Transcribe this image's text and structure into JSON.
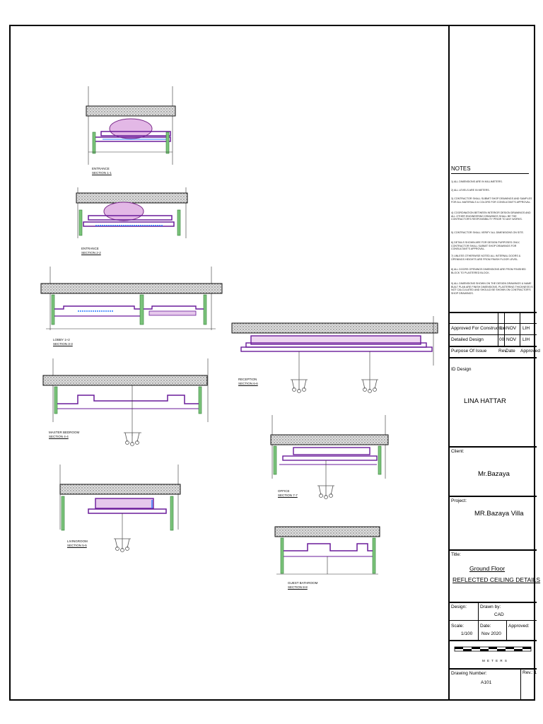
{
  "sections": [
    {
      "name": "ENTRANCE",
      "section": "SECTION 1-1"
    },
    {
      "name": "ENTRANCE",
      "section": "SECTION 2-2"
    },
    {
      "name": "LOBBY 1+2",
      "section": "SECTION 3-3"
    },
    {
      "name": "MASTER BEDROOM",
      "section": "SECTION 4-4"
    },
    {
      "name": "LIVINGROOM",
      "section": "SECTION 5-5"
    },
    {
      "name": "RECEPTION",
      "section": "SECTION 6-6"
    },
    {
      "name": "OFFICE",
      "section": "SECTION 7-7"
    },
    {
      "name": "GUEST BATHROOM",
      "section": "SECTION 8-8"
    }
  ],
  "notes": {
    "title": "NOTES",
    "items": [
      "1) ALL DIMENSIONS ARE IN MILLIMETERS.",
      "2) ALL LEVELS ARE IN METERS.",
      "3) CONTRACTOR SHALL SUBMIT SHOP DRAWINGS AND SAMPLES FOR ALL MATERIALS & COLORS FOR CONSULTANT'S APPROVAL.",
      "4) COORDINATION BETWEEN INTERIOR DESIGN DRAWINGS AND ALL OTHER ENGINEERING DRAWINGS SHALL BE THE CONTRACTOR'S RESPONSIBILITY PRIOR TO ANY WORKS.",
      "5) CONTRACTOR SHALL VERIFY ALL DIMENSIONS ON SITE.",
      "6) DETAILS SHOWN ARE FOR DESIGN PURPOSES ONLY, CONTRACTOR SHALL SUBMIT SHOP DRAWINGS FOR CONSULTANT'S APPROVAL.",
      "7) UNLESS OTHERWISE NOTED ALL INTERNAL DOORS & OPENINGS HEIGHTS ARE FROM FINISH FLOOR LEVEL.",
      "8) ALL DOORS OPENINGS DIMENSIONS ARE FROM FINISHED BLOCK TO PLASTERED BLOCK.",
      "9) ALL DIMENSIONS SHOWN ON THE DESIGN DRAWINGS & NAME BUILT PLAN ARE FINISH DIMENSIONS, PLASTERING THICKNESS IS NOT CALCULATED AND SHOULD BE SHOWN ON CONTRACTOR'S SHOP DRAWINGS."
    ]
  },
  "revisions": [
    {
      "purpose": "Approved For Construction",
      "rev": "1",
      "date": "NOV",
      "approved": "LIH"
    },
    {
      "purpose": "Detailed Design",
      "rev": "00",
      "date": "NOV",
      "approved": "LIH"
    }
  ],
  "revision_header": {
    "purpose": "Purpose Of Issue",
    "rev": "Rev.",
    "date": "Date",
    "approved": "Approved"
  },
  "id_design": {
    "label": "ID Design",
    "name": "LINA HATTAR"
  },
  "client": {
    "label": "Client:",
    "name": "Mr.Bazaya"
  },
  "project": {
    "label": "Project:",
    "name": "MR.Bazaya Villa"
  },
  "title": {
    "label": "Title:",
    "line1": "Ground Floor",
    "line2": "REFLECTED CEILING DETAILS"
  },
  "design": {
    "label": "Design:",
    "drawn_label": "Drawn by:",
    "drawn_value": "CAD"
  },
  "scale": {
    "label": "Scale:",
    "value": "1/100",
    "date_label": "Date:",
    "date_value": "Nov 2020",
    "approved_label": "Approved:"
  },
  "scale_bar": {
    "unit": "M E T E R S"
  },
  "drawing": {
    "label": "Drawing Number:",
    "number": "A101",
    "rev_label": "Rev.: 1"
  }
}
